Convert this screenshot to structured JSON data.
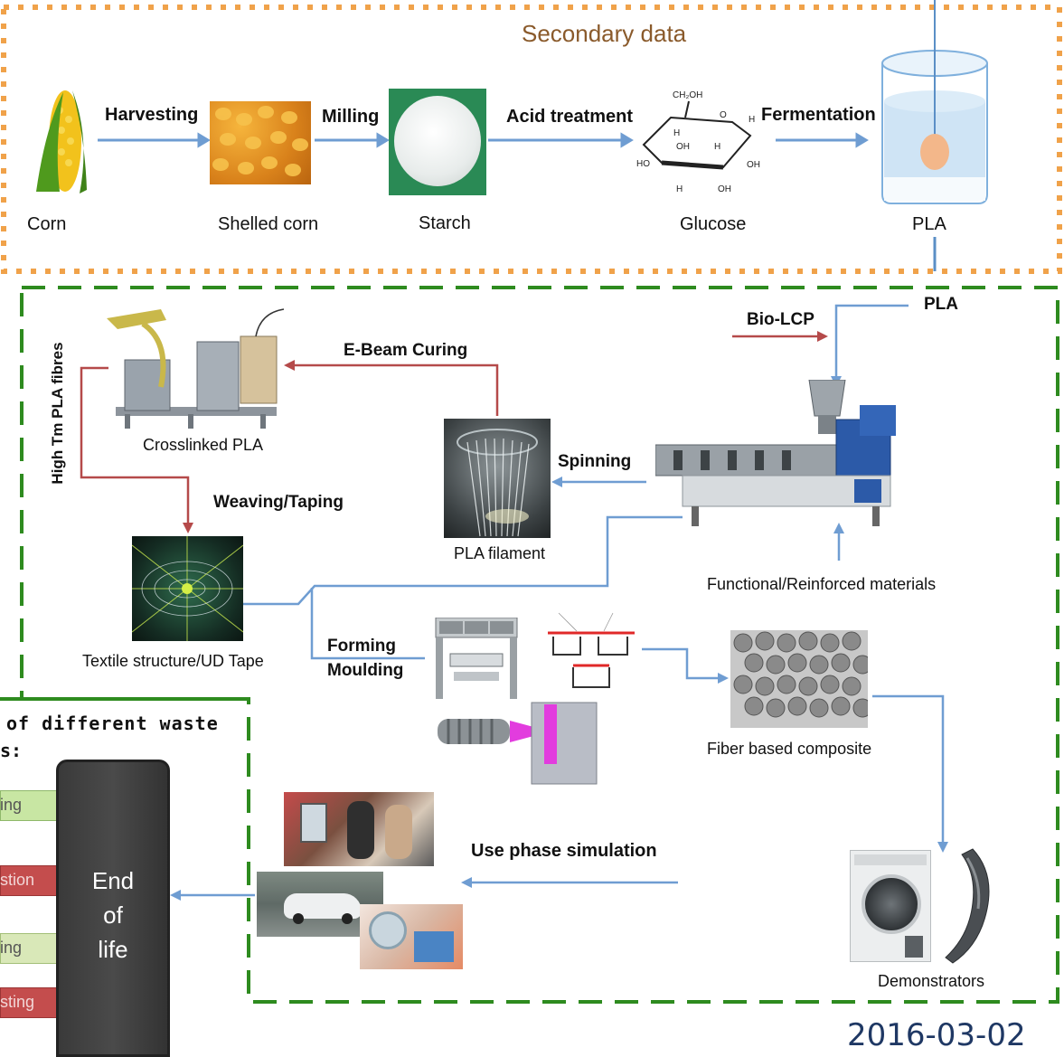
{
  "header": {
    "title": "Secondary data"
  },
  "top_flow": {
    "steps": {
      "harvesting": "Harvesting",
      "milling": "Milling",
      "acid": "Acid treatment",
      "fermentation": "Fermentation"
    },
    "items": {
      "corn": "Corn",
      "shelled": "Shelled corn",
      "starch": "Starch",
      "glucose": "Glucose",
      "pla": "PLA"
    },
    "glucose_atoms": {
      "ch2oh": "CH₂OH",
      "o": "O",
      "h": "H",
      "oh": "OH",
      "ho": "HO"
    }
  },
  "process": {
    "pla_input": "PLA",
    "bio_lcp": "Bio-LCP",
    "ebeam": "E-Beam Curing",
    "crosslinked": "Crosslinked PLA",
    "high_tm": "High Tm PLA fibres",
    "spinning": "Spinning",
    "pla_filament": "PLA filament",
    "weaving": "Weaving/Taping",
    "textile": "Textile structure/UD Tape",
    "functional": "Functional/Reinforced materials",
    "forming": "Forming",
    "moulding": "Moulding",
    "fiber_composite": "Fiber based composite",
    "use_phase": "Use phase simulation",
    "demonstrators": "Demonstrators"
  },
  "end_of_life": {
    "heading_line1": "of different waste",
    "heading_line2": "s:",
    "options": [
      "ing",
      "stion",
      "ing",
      "sting"
    ],
    "box_label": [
      "End",
      "of",
      "life"
    ]
  },
  "footer": {
    "date": "2016-03-02"
  },
  "colors": {
    "orange_dash": "#f0a24a",
    "green_dash": "#2e8b1f",
    "blue_arrow": "#5b8fc6",
    "red_arrow": "#b54a4a",
    "date_text": "#1f3864",
    "eol_box": "#3d3d3d"
  }
}
